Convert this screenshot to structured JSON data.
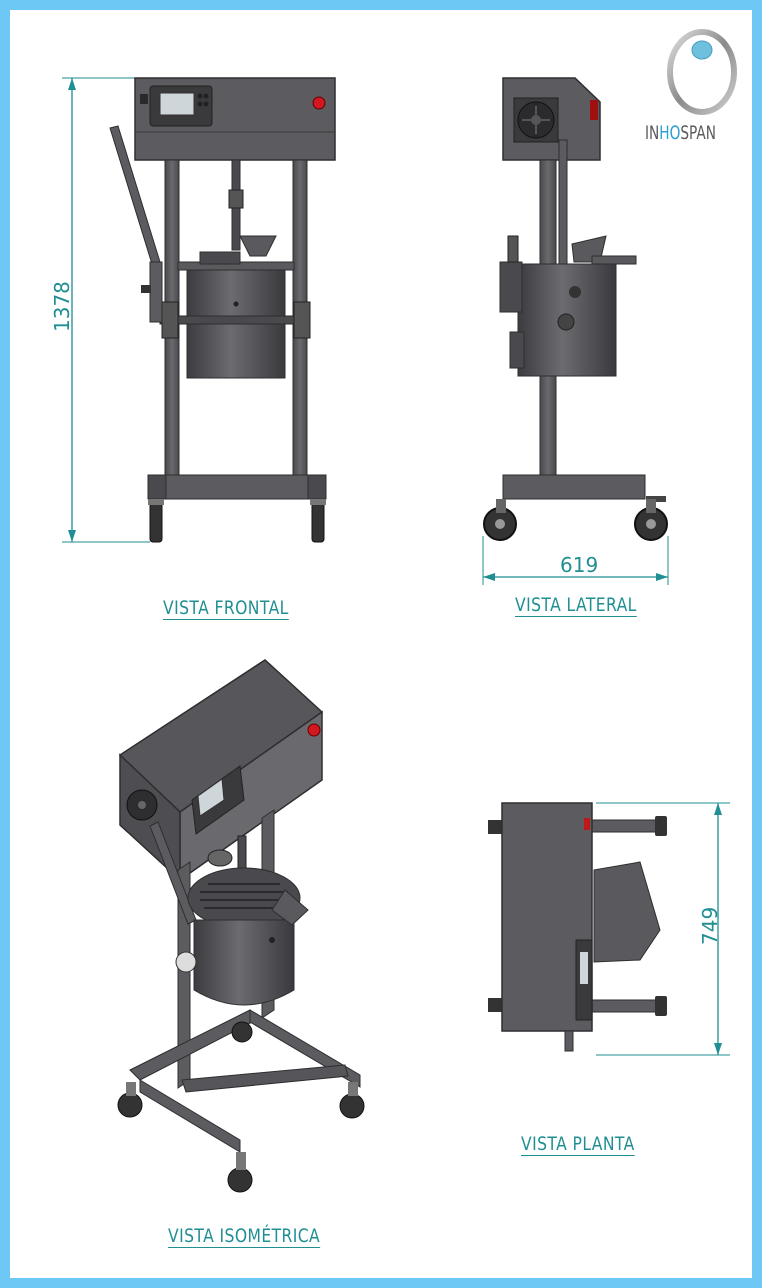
{
  "brand": {
    "name_prefix": "IN",
    "name_accent": "HO",
    "name_suffix": "SPAN"
  },
  "views": {
    "front": "VISTA FRONTAL",
    "lateral": "VISTA LATERAL",
    "isometric": "VISTA ISOMÉTRICA",
    "plan": "VISTA PLANTA"
  },
  "dimensions": {
    "height": "1378",
    "depth": "619",
    "width": "749"
  },
  "colors": {
    "background": "#6ec8f5",
    "dimension": "#1f8f93",
    "metal": "#5a5a5e",
    "button": "#d01820",
    "logo_accent": "#2a9fd0"
  }
}
